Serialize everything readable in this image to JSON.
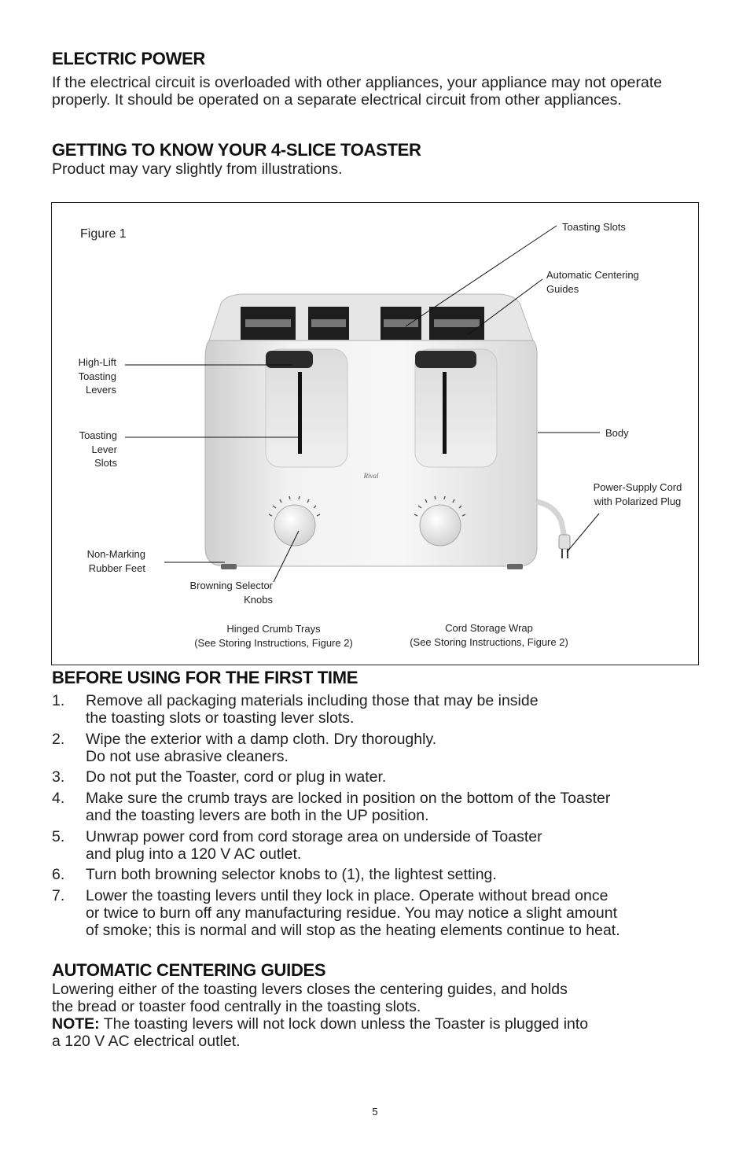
{
  "electric_power": {
    "heading": "ELECTRIC POWER",
    "body": "If the electrical circuit is overloaded with other appliances, your appliance may not operate properly. It should be operated on a separate electrical circuit from other appliances."
  },
  "getting_to_know": {
    "heading": "GETTING TO KNOW YOUR 4-SLICE TOASTER",
    "subtitle": "Product may vary slightly from illustrations."
  },
  "figure": {
    "caption": "Figure 1",
    "brand_mark": "Rival",
    "labels": {
      "toasting_slots": "Toasting Slots",
      "centering_guides": "Automatic Centering\nGuides",
      "high_lift_levers": "High-Lift\nToasting\nLevers",
      "lever_slots": "Toasting\nLever\nSlots",
      "body": "Body",
      "power_cord": "Power-Supply Cord\nwith Polarized Plug",
      "rubber_feet": "Non-Marking\nRubber Feet",
      "browning_knobs": "Browning Selector\nKnobs",
      "crumb_trays": "Hinged Crumb Trays\n(See Storing Instructions, Figure 2)",
      "cord_storage": "Cord Storage Wrap\n(See Storing Instructions, Figure 2)"
    }
  },
  "before_using": {
    "heading": "BEFORE USING FOR THE FIRST TIME",
    "items": [
      {
        "num": "1.",
        "text": "Remove all packaging materials including those that may be inside\nthe toasting slots or toasting lever slots."
      },
      {
        "num": "2.",
        "text": "Wipe the exterior with a damp cloth. Dry thoroughly.\nDo not use abrasive cleaners."
      },
      {
        "num": "3.",
        "text": "Do not put the Toaster, cord or plug in water."
      },
      {
        "num": "4.",
        "text": "Make sure the crumb trays are locked in position on the bottom of the Toaster\nand the toasting levers are both in the UP position."
      },
      {
        "num": "5.",
        "text": "Unwrap power cord from cord storage area on underside of Toaster\nand plug into a 120 V AC outlet."
      },
      {
        "num": "6.",
        "text": "Turn both browning selector knobs to (1), the lightest setting."
      },
      {
        "num": "7.",
        "text": "Lower the toasting levers until they lock in place. Operate without bread once\nor twice to burn off any manufacturing residue. You may notice a slight amount\nof smoke; this is normal and will stop as the heating elements continue to heat."
      }
    ]
  },
  "centering_guides": {
    "heading": "AUTOMATIC CENTERING GUIDES",
    "body": "Lowering either of the toasting levers closes the centering guides, and holds\nthe bread or toaster food centrally in the toasting slots.",
    "note_label": "NOTE:",
    "note_text": " The toasting levers will not lock down unless the Toaster is plugged into\na 120 V AC electrical outlet."
  },
  "page_number": "5"
}
